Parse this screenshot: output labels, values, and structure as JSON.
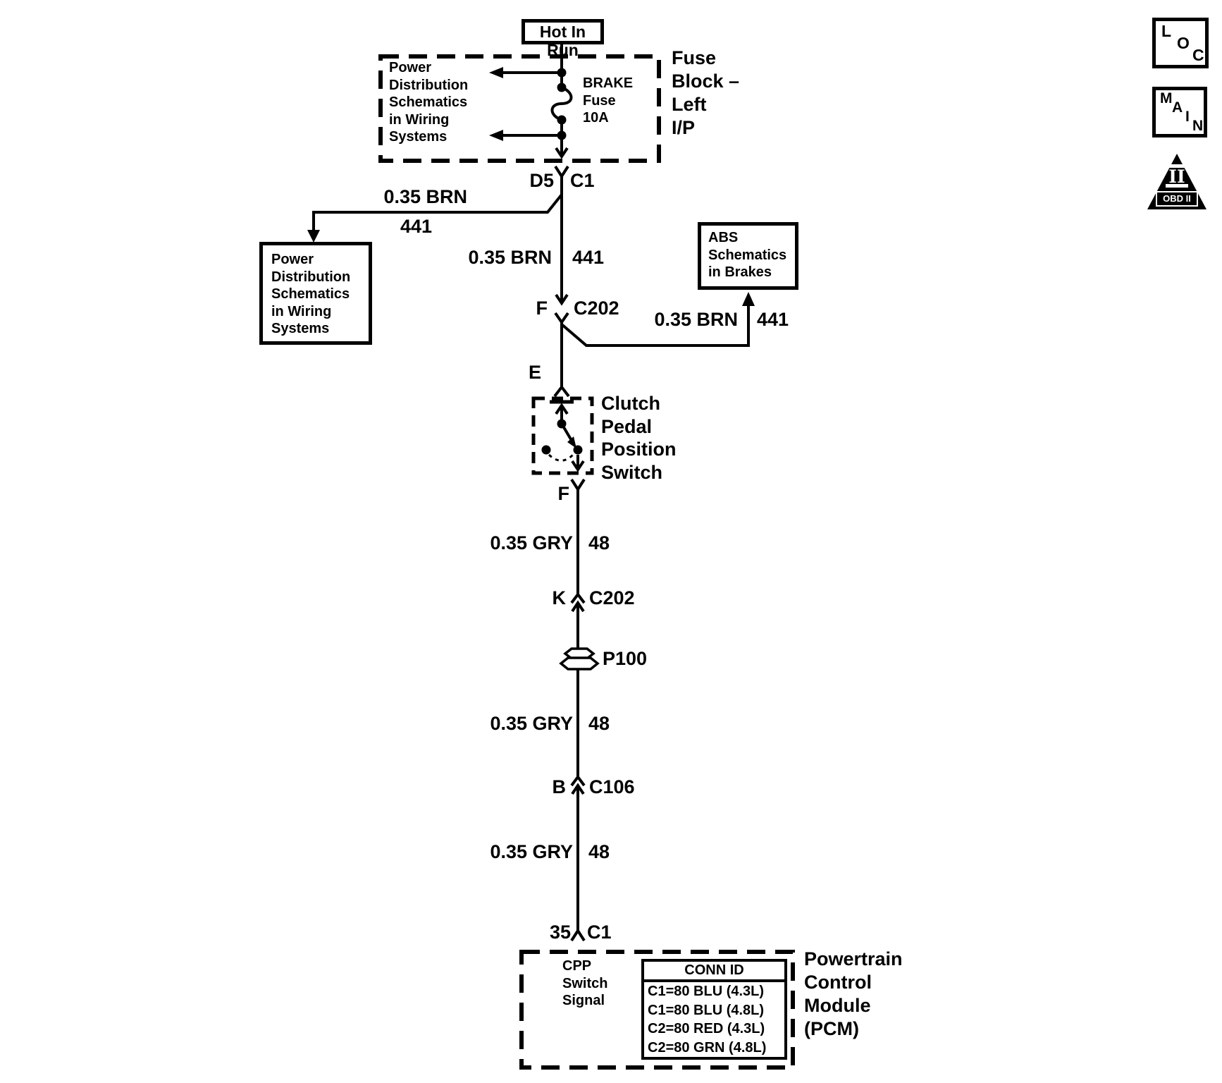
{
  "colors": {
    "ink": "#000000",
    "paper": "#ffffff"
  },
  "badges": {
    "loc": [
      "L",
      "O",
      "C"
    ],
    "main": [
      "M",
      "A",
      "I",
      "N"
    ],
    "obd": {
      "numeral": "II",
      "label": "OBD II"
    }
  },
  "power_feed": {
    "title": "Hot In Run"
  },
  "fuse_block": {
    "note": "Power\nDistribution\nSchematics\nin Wiring\nSystems",
    "fuse": "BRAKE\nFuse\n10A",
    "title": "Fuse\nBlock –\nLeft\nI/P",
    "pin_left": "D5",
    "pin_right": "C1"
  },
  "branch_power_dist": {
    "wire": "0.35 BRN",
    "circuit": "441",
    "box": "Power\nDistribution\nSchematics\nin Wiring\nSystems"
  },
  "wire_brn": {
    "label": "0.35 BRN",
    "circuit": "441"
  },
  "conn_f_c202": {
    "pin": "F",
    "name": "C202"
  },
  "branch_abs": {
    "wire": "0.35 BRN",
    "circuit": "441",
    "box": "ABS\nSchematics\nin Brakes"
  },
  "cpp_switch": {
    "pin_in": "E",
    "pin_out": "F",
    "label": "Clutch\nPedal\nPosition\nSwitch"
  },
  "wire_gry_1": {
    "label": "0.35 GRY",
    "circuit": "48"
  },
  "conn_k_c202": {
    "pin": "K",
    "name": "C202"
  },
  "grommet": {
    "name": "P100"
  },
  "wire_gry_2": {
    "label": "0.35 GRY",
    "circuit": "48"
  },
  "conn_b_c106": {
    "pin": "B",
    "name": "C106"
  },
  "wire_gry_3": {
    "label": "0.35 GRY",
    "circuit": "48"
  },
  "pcm": {
    "pin": "35",
    "conn": "C1",
    "signal": "CPP\nSwitch\nSignal",
    "table": {
      "header": "CONN ID",
      "rows": [
        "C1=80 BLU (4.3L)",
        "C1=80 BLU (4.8L)",
        "C2=80 RED (4.3L)",
        "C2=80 GRN (4.8L)"
      ]
    },
    "label": "Powertrain\nControl\nModule\n(PCM)"
  }
}
